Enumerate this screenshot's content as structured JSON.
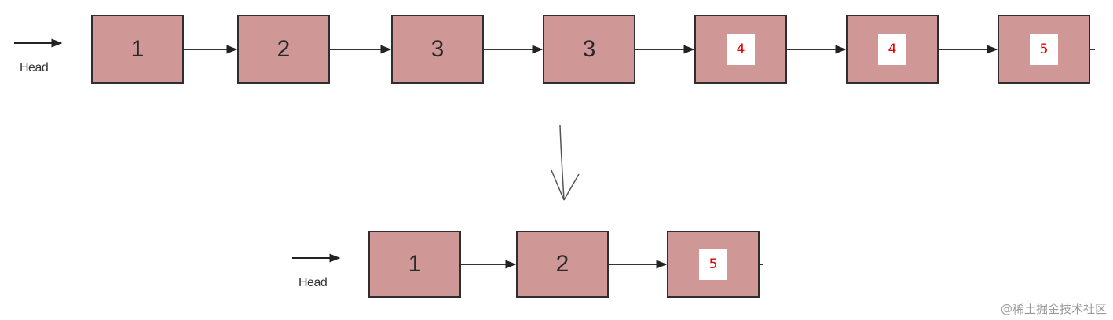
{
  "top_list": {
    "head_label": "Head",
    "nodes": [
      {
        "value": "1",
        "highlighted": false
      },
      {
        "value": "2",
        "highlighted": false
      },
      {
        "value": "3",
        "highlighted": false
      },
      {
        "value": "3",
        "highlighted": false
      },
      {
        "value": "4",
        "highlighted": true
      },
      {
        "value": "4",
        "highlighted": true
      },
      {
        "value": "5",
        "highlighted": true
      }
    ]
  },
  "bottom_list": {
    "head_label": "Head",
    "nodes": [
      {
        "value": "1",
        "highlighted": false
      },
      {
        "value": "2",
        "highlighted": false
      },
      {
        "value": "5",
        "highlighted": true
      }
    ]
  },
  "watermark": "@稀土掘金技术社区",
  "colors": {
    "node_fill": "#cf9795",
    "node_border": "#2e2e2e",
    "highlight_text": "#e00000",
    "arrow": "#222222"
  }
}
